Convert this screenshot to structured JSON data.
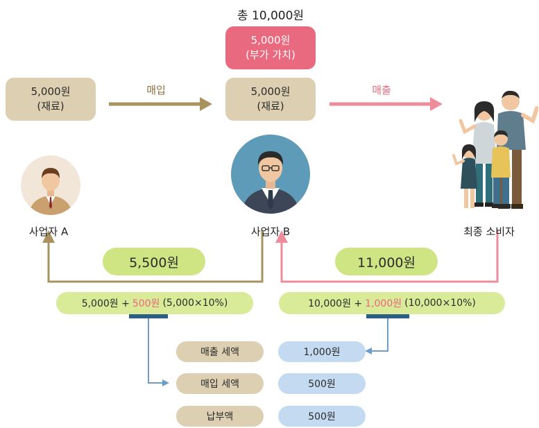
{
  "total": "총 10,000원",
  "value_added": {
    "line1": "5,000원",
    "line2": "(부가 가치)"
  },
  "material_a": {
    "line1": "5,000원",
    "line2": "(재료)"
  },
  "material_b": {
    "line1": "5,000원",
    "line2": "(재료)"
  },
  "purchase_label": "매입",
  "sales_label": "매출",
  "business_a": "사업자 A",
  "business_b": "사업자 B",
  "consumer": "최종 소비자",
  "payment_ab": "5,500원",
  "payment_bc": "11,000원",
  "calc_a": {
    "base": "5,000원 +",
    "tax": "500원",
    "note": "(5,000×10%)"
  },
  "calc_b": {
    "base": "10,000원 +",
    "tax": "1,000원",
    "note": "(10,000×10%)"
  },
  "summary": [
    {
      "label": "매출 세액",
      "value": "1,000원"
    },
    {
      "label": "매입 세액",
      "value": "500원"
    },
    {
      "label": "납부액",
      "value": "500원"
    }
  ],
  "colors": {
    "tan": "#ddcfb1",
    "pink": "#e9697f",
    "arrow_brown": "#a8925e",
    "arrow_pink": "#ee8c9b",
    "green": "#d9ea98",
    "blue": "#c3daf0",
    "navy": "#2c5f86",
    "link_blue": "#6e9cc8"
  }
}
